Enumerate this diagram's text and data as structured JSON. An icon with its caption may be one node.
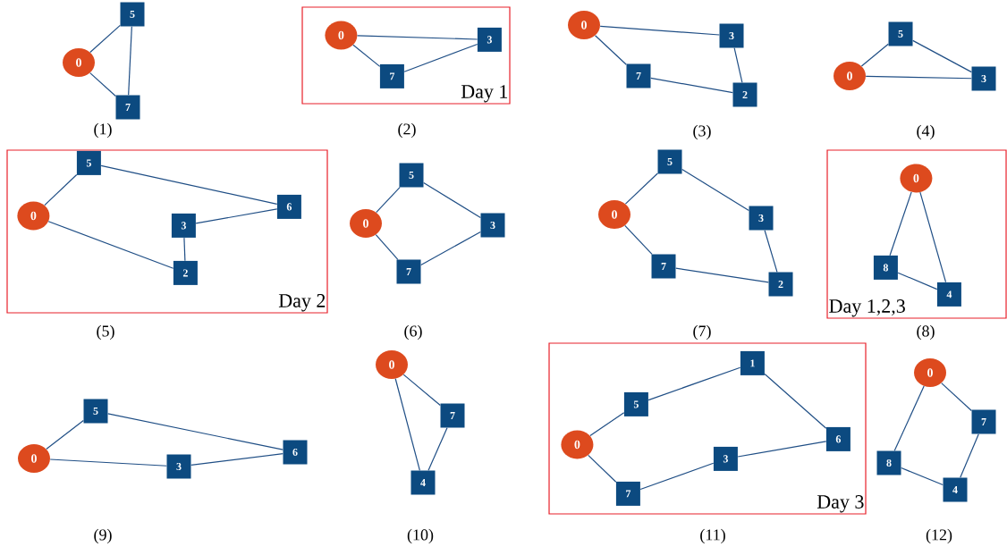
{
  "diagram": {
    "nodes": [
      {
        "text": [
          "0"
        ]
      },
      {
        "text": [
          "5"
        ]
      },
      {
        "text": [
          "7"
        ]
      },
      {
        "text": [
          "Day 1"
        ]
      },
      {
        "text": [
          "0"
        ],
        "in": 3
      },
      {
        "text": [
          "3"
        ],
        "in": 3
      },
      {
        "text": [
          "7"
        ],
        "in": 3
      },
      {
        "text": [
          "0"
        ]
      },
      {
        "text": [
          "3"
        ]
      },
      {
        "text": [
          "7"
        ]
      },
      {
        "text": [
          "2"
        ]
      },
      {
        "text": [
          "0"
        ]
      },
      {
        "text": [
          "5"
        ]
      },
      {
        "text": [
          "3"
        ]
      },
      {
        "text": [
          "Day 2"
        ]
      },
      {
        "text": [
          "0"
        ],
        "in": 14
      },
      {
        "text": [
          "5"
        ],
        "in": 14
      },
      {
        "text": [
          "6"
        ],
        "in": 14
      },
      {
        "text": [
          "3"
        ],
        "in": 14
      },
      {
        "text": [
          "2"
        ],
        "in": 14
      },
      {
        "text": [
          "0"
        ]
      },
      {
        "text": [
          "5"
        ]
      },
      {
        "text": [
          "3"
        ]
      },
      {
        "text": [
          "7"
        ]
      },
      {
        "text": [
          "0"
        ]
      },
      {
        "text": [
          "5"
        ]
      },
      {
        "text": [
          "3"
        ]
      },
      {
        "text": [
          "7"
        ]
      },
      {
        "text": [
          "2"
        ]
      },
      {
        "text": [
          "Day 1,2,3"
        ]
      },
      {
        "text": [
          "0"
        ],
        "in": 29
      },
      {
        "text": [
          "8"
        ],
        "in": 29
      },
      {
        "text": [
          "4"
        ],
        "in": 29
      },
      {
        "text": [
          "0"
        ]
      },
      {
        "text": [
          "5"
        ]
      },
      {
        "text": [
          "3"
        ]
      },
      {
        "text": [
          "6"
        ]
      },
      {
        "text": [
          "0"
        ]
      },
      {
        "text": [
          "7"
        ]
      },
      {
        "text": [
          "4"
        ]
      },
      {
        "text": [
          "Day 3"
        ]
      },
      {
        "text": [
          "0"
        ],
        "in": 40
      },
      {
        "text": [
          "5"
        ],
        "in": 40
      },
      {
        "text": [
          "1"
        ],
        "in": 40
      },
      {
        "text": [
          "6"
        ],
        "in": 40
      },
      {
        "text": [
          "3"
        ],
        "in": 40
      },
      {
        "text": [
          "7"
        ],
        "in": 40
      },
      {
        "text": [
          "0"
        ]
      },
      {
        "text": [
          "7"
        ]
      },
      {
        "text": [
          "8"
        ]
      },
      {
        "text": [
          "4"
        ]
      }
    ],
    "edges": [
      {
        "from": 0,
        "to": 1,
        "arrow": "none"
      },
      {
        "from": 1,
        "to": 2,
        "arrow": "none"
      },
      {
        "from": 0,
        "to": 2,
        "arrow": "none"
      },
      {
        "from": 4,
        "to": 5,
        "arrow": "none"
      },
      {
        "from": 4,
        "to": 6,
        "arrow": "none"
      },
      {
        "from": 6,
        "to": 5,
        "arrow": "none"
      },
      {
        "from": 7,
        "to": 8,
        "arrow": "none"
      },
      {
        "from": 7,
        "to": 9,
        "arrow": "none"
      },
      {
        "from": 8,
        "to": 10,
        "arrow": "none"
      },
      {
        "from": 9,
        "to": 10,
        "arrow": "none"
      },
      {
        "from": 11,
        "to": 12,
        "arrow": "none"
      },
      {
        "from": 12,
        "to": 13,
        "arrow": "none"
      },
      {
        "from": 11,
        "to": 13,
        "arrow": "none"
      },
      {
        "from": 15,
        "to": 16,
        "arrow": "none"
      },
      {
        "from": 16,
        "to": 17,
        "arrow": "none"
      },
      {
        "from": 17,
        "to": 18,
        "arrow": "none"
      },
      {
        "from": 18,
        "to": 19,
        "arrow": "none"
      },
      {
        "from": 15,
        "to": 19,
        "arrow": "none"
      },
      {
        "from": 20,
        "to": 21,
        "arrow": "none"
      },
      {
        "from": 21,
        "to": 22,
        "arrow": "none"
      },
      {
        "from": 20,
        "to": 23,
        "arrow": "none"
      },
      {
        "from": 23,
        "to": 22,
        "arrow": "none"
      },
      {
        "from": 24,
        "to": 25,
        "arrow": "none"
      },
      {
        "from": 25,
        "to": 26,
        "arrow": "none"
      },
      {
        "from": 26,
        "to": 28,
        "arrow": "none"
      },
      {
        "from": 24,
        "to": 27,
        "arrow": "none"
      },
      {
        "from": 27,
        "to": 28,
        "arrow": "none"
      },
      {
        "from": 30,
        "to": 31,
        "arrow": "none"
      },
      {
        "from": 30,
        "to": 32,
        "arrow": "none"
      },
      {
        "from": 31,
        "to": 32,
        "arrow": "none"
      },
      {
        "from": 33,
        "to": 34,
        "arrow": "none"
      },
      {
        "from": 34,
        "to": 36,
        "arrow": "none"
      },
      {
        "from": 33,
        "to": 35,
        "arrow": "none"
      },
      {
        "from": 35,
        "to": 36,
        "arrow": "none"
      },
      {
        "from": 37,
        "to": 38,
        "arrow": "none"
      },
      {
        "from": 37,
        "to": 39,
        "arrow": "none"
      },
      {
        "from": 38,
        "to": 39,
        "arrow": "none"
      },
      {
        "from": 41,
        "to": 42,
        "arrow": "none"
      },
      {
        "from": 42,
        "to": 43,
        "arrow": "none"
      },
      {
        "from": 43,
        "to": 44,
        "arrow": "none"
      },
      {
        "from": 44,
        "to": 45,
        "arrow": "none"
      },
      {
        "from": 45,
        "to": 46,
        "arrow": "none"
      },
      {
        "from": 41,
        "to": 46,
        "arrow": "none"
      },
      {
        "from": 47,
        "to": 48,
        "arrow": "none"
      },
      {
        "from": 48,
        "to": 50,
        "arrow": "none"
      },
      {
        "from": 47,
        "to": 49,
        "arrow": "none"
      },
      {
        "from": 49,
        "to": 50,
        "arrow": "none"
      }
    ],
    "labels": [
      "(1)",
      "(2)",
      "(3)",
      "(4)",
      "(5)",
      "(6)",
      "(7)",
      "(8)",
      "(9)",
      "(10)",
      "(11)",
      "(12)"
    ]
  }
}
